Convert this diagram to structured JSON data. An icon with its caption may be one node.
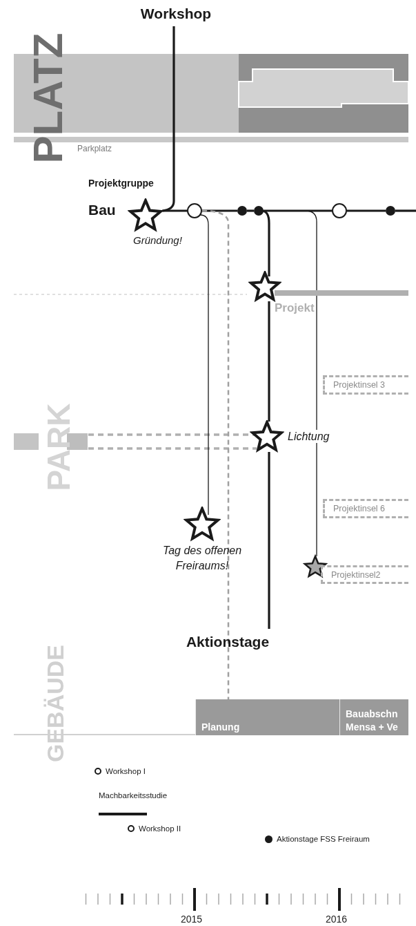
{
  "diagram": {
    "nodes": [
      {
        "text": [
          "Workshop"
        ]
      },
      {
        "text": [],
        "shape": "star",
        "beside": [
          "Projektgruppe",
          "Bau",
          "Gründung!"
        ]
      },
      {
        "text": [],
        "shape": "circle"
      },
      {
        "text": [],
        "shape": "dot"
      },
      {
        "text": [],
        "shape": "dot"
      },
      {
        "text": [],
        "shape": "circle"
      },
      {
        "text": [],
        "shape": "dot"
      },
      {
        "text": [],
        "shape": "star"
      },
      {
        "text": [
          "Projekt"
        ]
      },
      {
        "text": [
          "Projektinsel 3"
        ]
      },
      {
        "text": [],
        "shape": "star",
        "beside": [
          "Lichtung"
        ]
      },
      {
        "text": [
          "Projektinsel 6"
        ]
      },
      {
        "text": [],
        "shape": "star",
        "beside": [
          "Tag des offenen Freiraums!"
        ]
      },
      {
        "text": [],
        "shape": "star"
      },
      {
        "text": [
          "Projektinsel2"
        ]
      },
      {
        "text": [
          "Aktionstage"
        ]
      },
      {
        "text": [
          "Planung"
        ]
      },
      {
        "text": [
          "Bauabschn Mensa + Ve"
        ]
      }
    ],
    "edges": [
      {
        "from": 0,
        "to": 1,
        "arrow": "none"
      },
      {
        "from": 1,
        "to": 2,
        "arrow": "none"
      },
      {
        "from": 2,
        "to": 3,
        "arrow": "none"
      },
      {
        "from": 3,
        "to": 4,
        "arrow": "none"
      },
      {
        "from": 4,
        "to": 5,
        "arrow": "none"
      },
      {
        "from": 5,
        "to": 6,
        "arrow": "none"
      },
      {
        "from": 6,
        "to": null,
        "arrow": "none"
      },
      {
        "from": 2,
        "to": 12,
        "arrow": "none"
      },
      {
        "from": 2,
        "to": 16,
        "arrow": "other",
        "style": "dashed",
        "color": "#a0a0a0"
      },
      {
        "from": 4,
        "to": 7,
        "arrow": "none"
      },
      {
        "from": 7,
        "to": 10,
        "arrow": "none"
      },
      {
        "from": 10,
        "to": 15,
        "arrow": "none"
      },
      {
        "from": 4,
        "to": 13,
        "arrow": "none"
      }
    ],
    "labels": [
      "PLATZ",
      "Parkplatz",
      "PARK",
      "GEBÄUDE",
      "2015",
      "2016"
    ],
    "legend": [
      {
        "text": "Workshop I"
      },
      {
        "text": "Machbarkeitsstudie"
      },
      {
        "text": "Workshop II"
      },
      {
        "text": "Aktionstage FSS Freiraum"
      }
    ]
  }
}
